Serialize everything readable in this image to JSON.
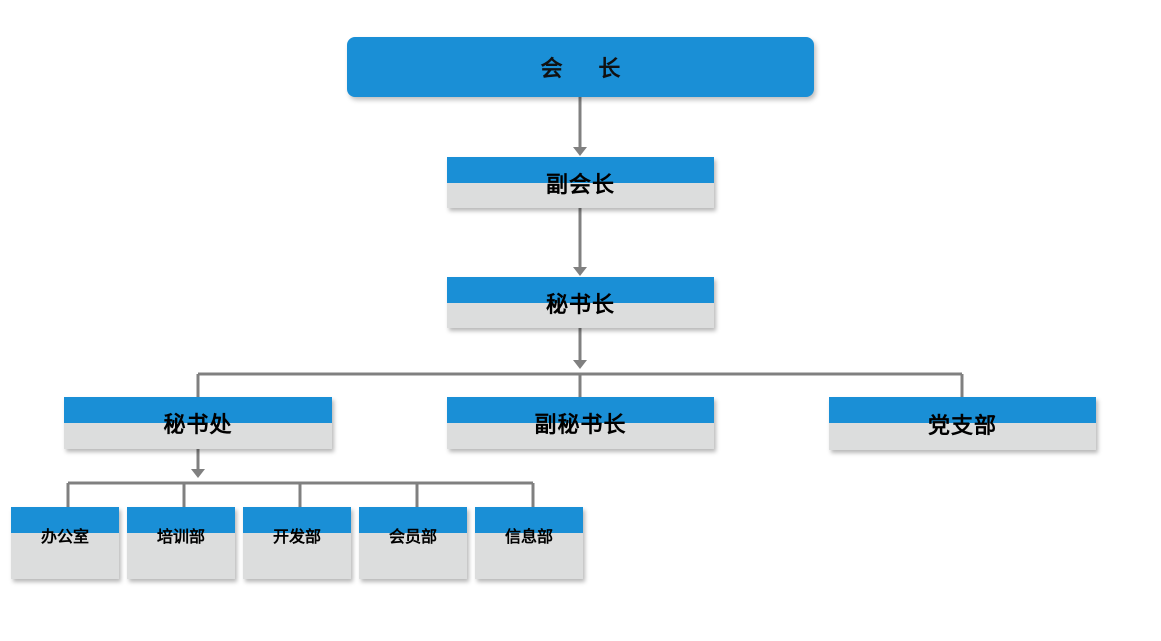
{
  "nodes": {
    "president": "会 长",
    "vice_president": "副会长",
    "secretary_general": "秘书长",
    "secretariat": "秘书处",
    "deputy_secretary_general": "副秘书长",
    "party_branch": "党支部",
    "office": "办公室",
    "training": "培训部",
    "development": "开发部",
    "membership": "会员部",
    "information": "信息部"
  },
  "colors": {
    "header_blue": "#1a8fd6",
    "body_gray": "#dcdddd",
    "connector": "#808080"
  }
}
